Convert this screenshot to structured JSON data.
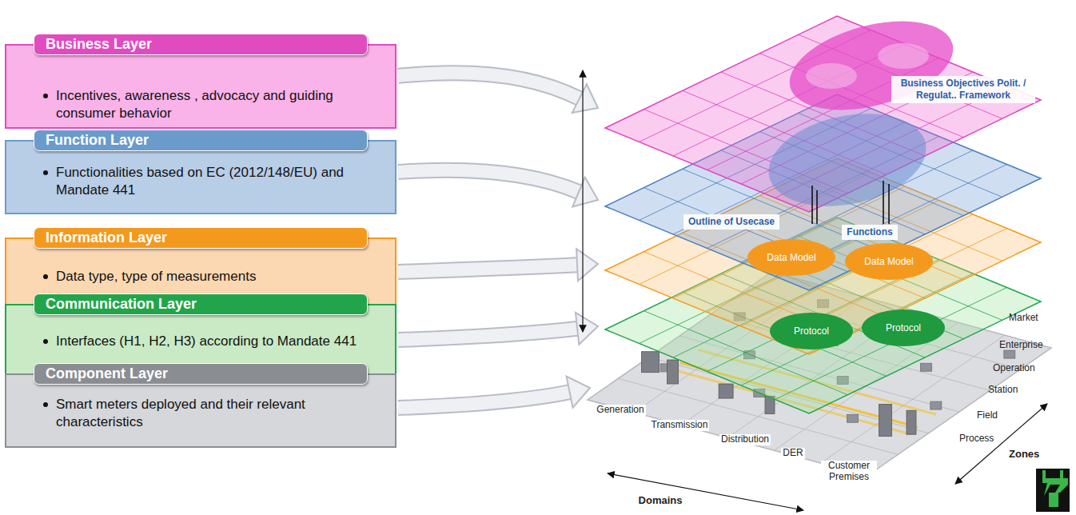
{
  "diagram": {
    "nodes": [
      {
        "text": [
          "Business Layer",
          "Incentives, awareness , advocacy and guiding consumer behavior"
        ]
      },
      {
        "text": [
          "Function Layer",
          "Functionalities based on EC (2012/148/EU) and Mandate 441"
        ]
      },
      {
        "text": [
          "Information Layer",
          "Data type, type of measurements"
        ]
      },
      {
        "text": [
          "Communication Layer",
          "Interfaces (H1, H2, H3) according to Mandate 441"
        ]
      },
      {
        "text": [
          "Component Layer",
          "Smart meters deployed and their relevant characteristics"
        ]
      },
      {
        "text": [
          "Business Objectives Polit. / Regulat.. Framework"
        ]
      },
      {
        "text": [
          "Outline of Usecase"
        ]
      },
      {
        "text": [
          "Functions"
        ]
      },
      {
        "text": [
          "Data Model"
        ]
      },
      {
        "text": [
          "Data Model"
        ]
      },
      {
        "text": [
          "Protocol"
        ]
      },
      {
        "text": [
          "Protocol"
        ]
      }
    ],
    "labels": [
      "Market",
      "Enterprise",
      "Operation",
      "Station",
      "Field",
      "Process",
      "Zones",
      "Generation",
      "Transmission",
      "Distribution",
      "DER",
      "Customer Premises",
      "Domains"
    ]
  }
}
